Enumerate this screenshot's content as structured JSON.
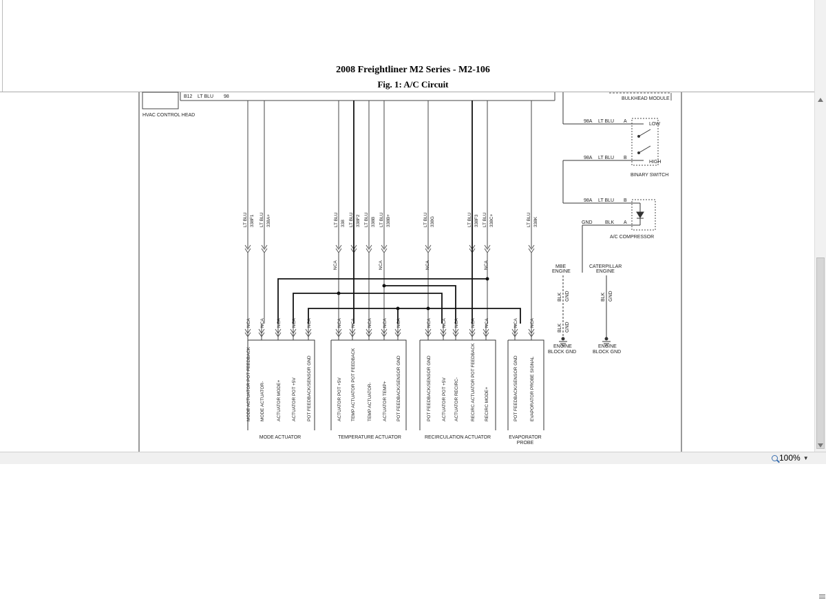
{
  "header": {
    "title": "2008 Freightliner M2 Series - M2-106",
    "figure": "Fig. 1: A/C Circuit"
  },
  "hvac": {
    "pin": "B12",
    "wire": "LT BLU",
    "circuit": "98",
    "label": "HVAC CONTROL HEAD"
  },
  "bulkhead": {
    "label": "BULKHEAD MODULE"
  },
  "binary_switch": {
    "label": "BINARY SWITCH",
    "low": "LOW",
    "high": "HIGH",
    "wires": [
      {
        "circuit": "98A",
        "color": "LT BLU",
        "pin": "A"
      },
      {
        "circuit": "98A",
        "color": "LT BLU",
        "pin": "B"
      }
    ]
  },
  "compressor": {
    "label": "A/C COMPRESSOR",
    "wires": [
      {
        "circuit": "98A",
        "color": "LT BLU",
        "pin": "B"
      },
      {
        "circuit": "GND",
        "color": "BLK",
        "pin": "A"
      }
    ]
  },
  "engines": {
    "mbe": "MBE\nENGINE",
    "mbe_l1": "MBE",
    "mbe_l2": "ENGINE",
    "cat_l1": "CATERPILLAR",
    "cat_l2": "ENGINE",
    "blk": "BLK",
    "gnd": "GND",
    "ground_l1": "ENGINE",
    "ground_l2": "BLOCK GND"
  },
  "wire_labels": [
    {
      "color": "LT BLU",
      "circuit": "338F1"
    },
    {
      "color": "LT BLU",
      "circuit": "338A+"
    },
    {
      "color": "LT BLU",
      "circuit": "338"
    },
    {
      "color": "LT BLU",
      "circuit": "338F2"
    },
    {
      "color": "LT BLU",
      "circuit": "338B"
    },
    {
      "color": "LT BLU",
      "circuit": "338B+"
    },
    {
      "color": "LT BLU",
      "circuit": "338G"
    },
    {
      "color": "LT BLU",
      "circuit": "338F3"
    },
    {
      "color": "LT BLU",
      "circuit": "338C+"
    },
    {
      "color": "LT BLU",
      "circuit": "338K"
    }
  ],
  "nca": "NCA",
  "pins": [
    "MODE ACTUATOR POT FEEDBACK",
    "MODE ACTUATOR-",
    "ACTUATOR MODE+",
    "ACTUATOR POT +5V",
    "POT FEEDBACK/SENSOR GND",
    "ACTUATOR POT +5V",
    "TEMP ACTUATOR POT FEEDBACK",
    "TEMP ACTUATOR-",
    "ACTUATOR TEMP+",
    "POT FEEDBACK/SENSOR GND",
    "POT FEEDBACK/SENSOR GND",
    "ACTUATOR POT +5V",
    "ACTUATOR RECIRC-",
    "RECIRC ACTUATOR POT FEEDBACK",
    "RECIRC MODE+",
    "POT FEEDBACK/SENSOR GND",
    "EVAPORATOR PROBE SIGNAL"
  ],
  "components": {
    "mode": "MODE ACTUATOR",
    "temp": "TEMPERATURE ACTUATOR",
    "recirc": "RECIRCULATION ACTUATOR",
    "evap_l1": "EVAPORATOR",
    "evap_l2": "PROBE"
  },
  "status": {
    "zoom": "100%"
  }
}
